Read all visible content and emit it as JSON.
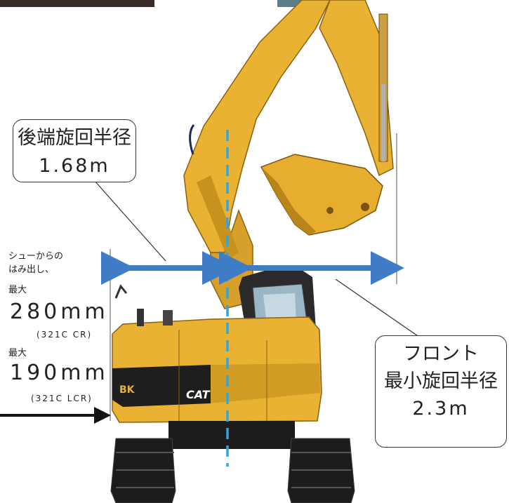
{
  "rear_callout": {
    "title": "後端旋回半径",
    "value": "1.68m"
  },
  "front_callout": {
    "line1": "フロント",
    "line2": "最小旋回半径",
    "value": "2.3m"
  },
  "shoe_note": {
    "line1": "シューからの",
    "line2": "はみ出し、",
    "max1_label": "最大",
    "max1_value": "280mm",
    "max1_model": "(321C CR)",
    "max2_label": "最大",
    "max2_value": "190mm",
    "max2_model": "(321C LCR)"
  },
  "machine": {
    "brand": "CAT",
    "side_label": "BK"
  },
  "colors": {
    "machine_yellow": "#e9b233",
    "machine_shadow": "#b98418",
    "arrow_blue": "#3e7cc6",
    "dash_blue": "#2fa6e0",
    "track_dark": "#1c1c1c"
  }
}
